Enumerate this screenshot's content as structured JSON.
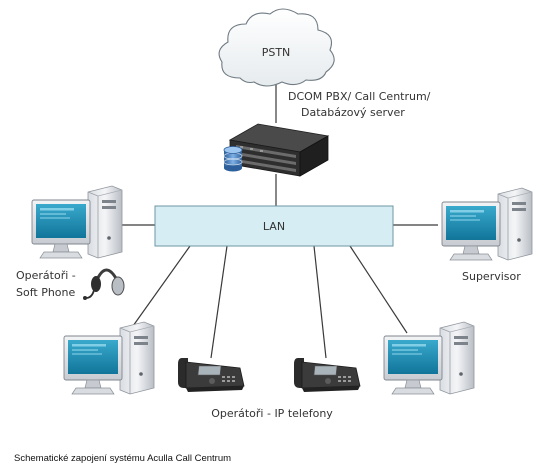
{
  "cloud": {
    "label": "PSTN"
  },
  "server": {
    "label_line1": "DCOM PBX/ Call Centrum/",
    "label_line2": "Databázový server"
  },
  "lan": {
    "label": "LAN"
  },
  "operators_soft": {
    "label_line1": "Operátoři -",
    "label_line2": "Soft Phone"
  },
  "supervisor": {
    "label": "Supervisor"
  },
  "operators_ip": {
    "label": "Operátoři - IP telefony"
  },
  "caption": "Schematické zapojení systému Aculla Call Centrum",
  "colors": {
    "lan_fill": "#d6eef3",
    "lan_stroke": "#6e95a6",
    "screen": "#1e8fb2",
    "line": "#3a3a3a"
  }
}
